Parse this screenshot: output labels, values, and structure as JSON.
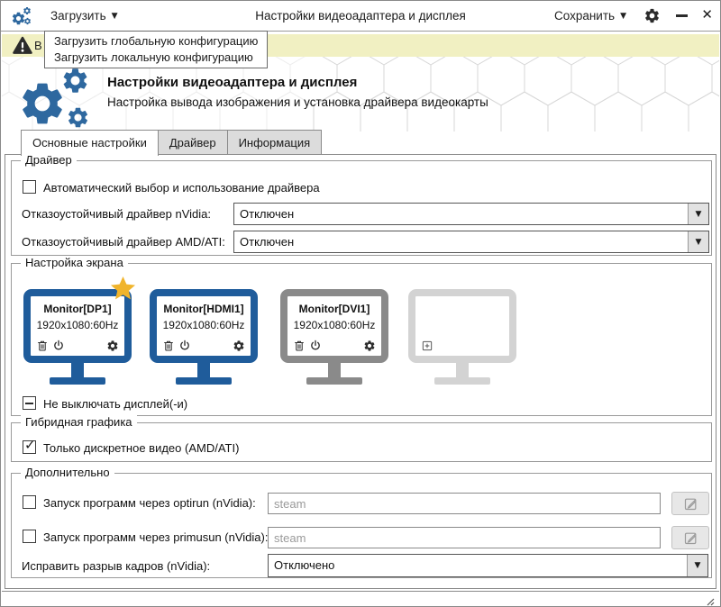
{
  "titlebar": {
    "load_label": "Загрузить",
    "title": "Настройки видеоадаптера и дисплея",
    "save_label": "Сохранить"
  },
  "load_menu": {
    "items": [
      "Загрузить глобальную конфигурацию",
      "Загрузить локальную конфигурацию"
    ]
  },
  "warning_bar": {
    "visible_text": "В"
  },
  "header": {
    "title": "Настройки видеоадаптера и дисплея",
    "subtitle": "Настройка вывода изображения и установка драйвера видеокарты"
  },
  "tabs": [
    {
      "label": "Основные настройки",
      "active": true
    },
    {
      "label": "Драйвер",
      "active": false
    },
    {
      "label": "Информация",
      "active": false
    }
  ],
  "driver_group": {
    "title": "Драйвер",
    "auto_driver_label": "Автоматический выбор и использование драйвера",
    "auto_driver_checked": false,
    "nvidia_failsafe_label": "Отказоустойчивый драйвер nVidia:",
    "nvidia_failsafe_value": "Отключен",
    "amd_failsafe_label": "Отказоустойчивый драйвер AMD/ATI:",
    "amd_failsafe_value": "Отключен"
  },
  "screen_group": {
    "title": "Настройка экрана",
    "monitors": [
      {
        "name": "Monitor[DP1]",
        "mode": "1920x1080:60Hz",
        "primary": true,
        "state": "enabled"
      },
      {
        "name": "Monitor[HDMI1]",
        "mode": "1920x1080:60Hz",
        "primary": false,
        "state": "enabled"
      },
      {
        "name": "Monitor[DVI1]",
        "mode": "1920x1080:60Hz",
        "primary": false,
        "state": "disabled"
      },
      {
        "name": "",
        "mode": "",
        "primary": false,
        "state": "empty"
      }
    ],
    "keep_display_on_label": "Не выключать дисплей(-и)",
    "keep_display_on_state": "partial"
  },
  "hybrid_group": {
    "title": "Гибридная графика",
    "discrete_only_label": "Только дискретное видео (AMD/ATI)",
    "discrete_only_checked": true
  },
  "extras_group": {
    "title": "Дополнительно",
    "optirun_label": "Запуск программ через optirun (nVidia):",
    "optirun_checked": false,
    "optirun_placeholder": "steam",
    "primusun_label": "Запуск программ через primusun (nVidia):",
    "primusun_checked": false,
    "primusun_placeholder": "steam",
    "tearing_label": "Исправить разрыв кадров (nVidia):",
    "tearing_value": "Отключено"
  },
  "icons": {
    "arrow_down": "▼",
    "close_glyph": "✕",
    "app_icon": "gears",
    "warning_icon": "triangle-exclamation",
    "settings_icon": "gear",
    "monitor_action_icons": [
      "trash",
      "power",
      "gear"
    ],
    "add_monitor_icon": "plus-square",
    "edit_icon": "pencil-square",
    "primary_icon": "star",
    "resize_icon": "diagonal-grip"
  },
  "colors": {
    "accent_blue": "#1f5c9b",
    "logo_blue": "#2e689f",
    "warning_bg": "#f1f0c2",
    "star_gold": "#f0b42c",
    "monitor_gray": "#8a8a8a",
    "monitor_ghost": "#d3d3d3",
    "tab_inactive_bg": "#dcdcdc"
  }
}
